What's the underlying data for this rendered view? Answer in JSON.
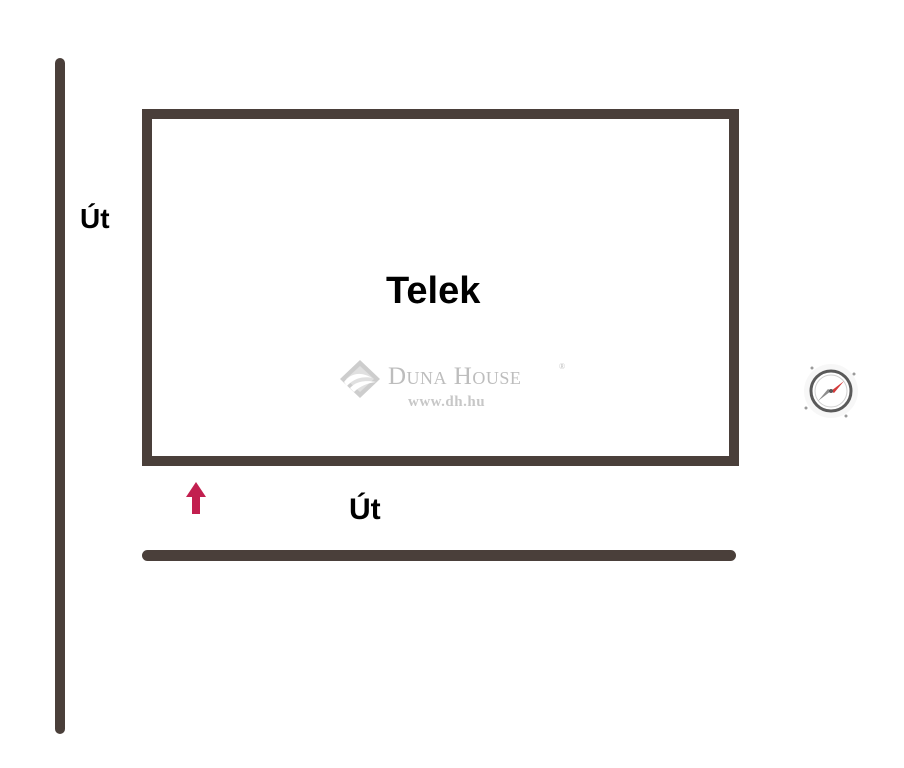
{
  "diagram": {
    "road_left_label": "Út",
    "road_bottom_label": "Út",
    "plot_label": "Telek"
  },
  "watermark": {
    "brand": "Duna House",
    "registered_mark": "®",
    "url": "www.dh.hu",
    "logo_icon": "duna-house-logo-icon"
  },
  "icons": {
    "arrow": "up-arrow-icon",
    "compass": "compass-icon"
  },
  "colors": {
    "road": "#4a3f3a",
    "plot_border": "#4a3f3a",
    "arrow": "#c21f4f",
    "watermark": "#a8a8a8",
    "compass_needle_north": "#d33a3a",
    "compass_needle_south": "#8c8c8c"
  }
}
